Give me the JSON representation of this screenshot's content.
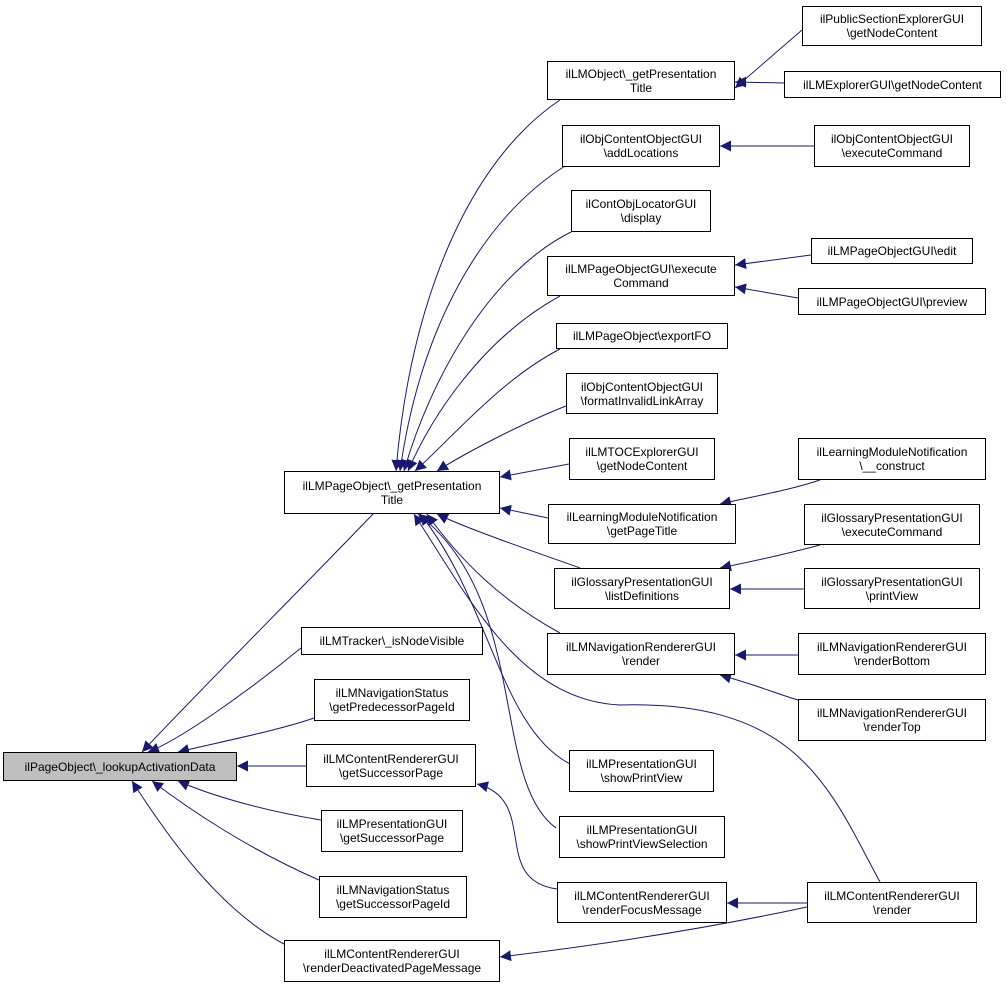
{
  "style": {
    "edge_color": "#191970",
    "root_fill": "#bfbfbf",
    "node_fill": "#ffffff",
    "border_color": "#000000"
  },
  "nodes": {
    "n0": {
      "lines": [
        "ilPageObject\\_lookupActivationData"
      ]
    },
    "n1": {
      "lines": [
        "ilLMPageObject\\_getPresentation",
        "Title"
      ]
    },
    "n2": {
      "lines": [
        "ilLMTracker\\_isNodeVisible"
      ]
    },
    "n3": {
      "lines": [
        "ilLMNavigationStatus",
        "\\getPredecessorPageId"
      ]
    },
    "n4": {
      "lines": [
        "ilLMContentRendererGUI",
        "\\getSuccessorPage"
      ]
    },
    "n5": {
      "lines": [
        "ilLMPresentationGUI",
        "\\getSuccessorPage"
      ]
    },
    "n6": {
      "lines": [
        "ilLMNavigationStatus",
        "\\getSuccessorPageId"
      ]
    },
    "n7": {
      "lines": [
        "ilLMContentRendererGUI",
        "\\renderDeactivatedPageMessage"
      ]
    },
    "n8": {
      "lines": [
        "ilLMObject\\_getPresentation",
        "Title"
      ]
    },
    "n9": {
      "lines": [
        "ilObjContentObjectGUI",
        "\\addLocations"
      ]
    },
    "n10": {
      "lines": [
        "ilContObjLocatorGUI",
        "\\display"
      ]
    },
    "n11": {
      "lines": [
        "ilLMPageObjectGUI\\execute",
        "Command"
      ]
    },
    "n12": {
      "lines": [
        "ilLMPageObject\\exportFO"
      ]
    },
    "n13": {
      "lines": [
        "ilObjContentObjectGUI",
        "\\formatInvalidLinkArray"
      ]
    },
    "n14": {
      "lines": [
        "ilLMTOCExplorerGUI",
        "\\getNodeContent"
      ]
    },
    "n15": {
      "lines": [
        "ilLearningModuleNotification",
        "\\getPageTitle"
      ]
    },
    "n16": {
      "lines": [
        "ilGlossaryPresentationGUI",
        "\\listDefinitions"
      ]
    },
    "n17": {
      "lines": [
        "ilLMNavigationRendererGUI",
        "\\render"
      ]
    },
    "n18": {
      "lines": [
        "ilLMPresentationGUI",
        "\\showPrintView"
      ]
    },
    "n19": {
      "lines": [
        "ilLMPresentationGUI",
        "\\showPrintViewSelection"
      ]
    },
    "n20": {
      "lines": [
        "ilLMContentRendererGUI",
        "\\renderFocusMessage"
      ]
    },
    "n21": {
      "lines": [
        "ilLMContentRendererGUI",
        "\\render"
      ]
    },
    "n22": {
      "lines": [
        "ilPublicSectionExplorerGUI",
        "\\getNodeContent"
      ]
    },
    "n23": {
      "lines": [
        "ilLMExplorerGUI\\getNodeContent"
      ]
    },
    "n24": {
      "lines": [
        "ilObjContentObjectGUI",
        "\\executeCommand"
      ]
    },
    "n25": {
      "lines": [
        "ilLMPageObjectGUI\\edit"
      ]
    },
    "n26": {
      "lines": [
        "ilLMPageObjectGUI\\preview"
      ]
    },
    "n27": {
      "lines": [
        "ilLearningModuleNotification",
        "\\__construct"
      ]
    },
    "n28": {
      "lines": [
        "ilGlossaryPresentationGUI",
        "\\executeCommand"
      ]
    },
    "n29": {
      "lines": [
        "ilGlossaryPresentationGUI",
        "\\printView"
      ]
    },
    "n30": {
      "lines": [
        "ilLMNavigationRendererGUI",
        "\\renderBottom"
      ]
    },
    "n31": {
      "lines": [
        "ilLMNavigationRendererGUI",
        "\\renderTop"
      ]
    }
  }
}
